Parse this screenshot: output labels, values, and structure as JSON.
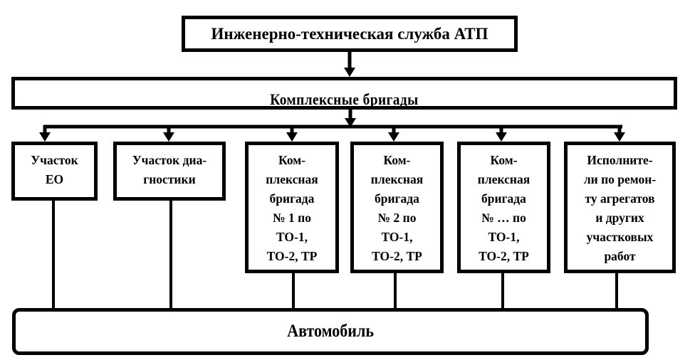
{
  "diagram": {
    "top_node": "Инженерно-техническая служба АТП",
    "brigades_bar": "Комплексные  бригады",
    "units": [
      {
        "id": "eo",
        "text": "Участок\nЕО"
      },
      {
        "id": "diagnostics",
        "text": "Участок диа-\nгностики"
      },
      {
        "id": "brigade-1",
        "text": "Ком-\nплексная\nбригада\n№ 1 по\nТО-1,\nТО-2, ТР"
      },
      {
        "id": "brigade-2",
        "text": "Ком-\nплексная\nбригада\n№ 2 по\nТО-1,\nТО-2, ТР"
      },
      {
        "id": "brigade-n",
        "text": "Ком-\nплексная\nбригада\n№ … по\nТО-1,\nТО-2, ТР"
      },
      {
        "id": "repair-workers",
        "text": "Исполните-\nли по ремон-\nту агрегатов\nи других\nучастковых\nработ"
      }
    ],
    "bottom_node": "Автомобиль",
    "edges": [
      {
        "from": "top_node",
        "to": "brigades_bar",
        "type": "arrow"
      },
      {
        "from": "brigades_bar",
        "to": "units",
        "type": "arrow-bus"
      },
      {
        "from": "units",
        "to": "bottom_node",
        "type": "line"
      }
    ]
  }
}
